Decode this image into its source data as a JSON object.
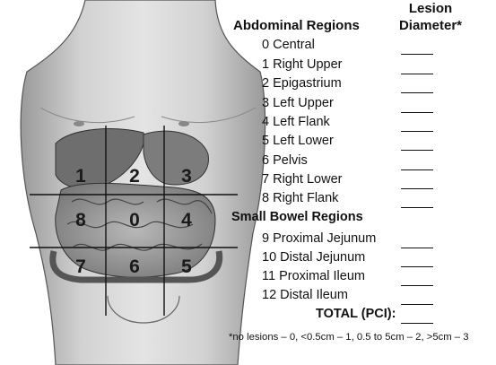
{
  "header": {
    "regions_title": "Abdominal Regions",
    "lesion_line1": "Lesion",
    "lesion_line2": "Diameter*"
  },
  "abdominal_regions": [
    {
      "label": "0 Central"
    },
    {
      "label": "1 Right Upper"
    },
    {
      "label": "2 Epigastrium"
    },
    {
      "label": "3 Left Upper"
    },
    {
      "label": "4 Left Flank"
    },
    {
      "label": "5 Left Lower"
    },
    {
      "label": "6 Pelvis"
    },
    {
      "label": "7 Right Lower"
    },
    {
      "label": "8 Right Flank"
    }
  ],
  "small_bowel_title": "Small Bowel Regions",
  "small_bowel_regions": [
    {
      "label": "9 Proximal Jejunum"
    },
    {
      "label": "10 Distal Jejunum"
    },
    {
      "label": "11 Proximal Ileum"
    },
    {
      "label": "12 Distal Ileum"
    }
  ],
  "total_label": "TOTAL (PCI):",
  "footnote": "*no lesions – 0, <0.5cm – 1, 0.5 to 5cm – 2, >5cm – 3",
  "grid_numbers": [
    "1",
    "2",
    "3",
    "8",
    "0",
    "4",
    "7",
    "6",
    "5"
  ]
}
